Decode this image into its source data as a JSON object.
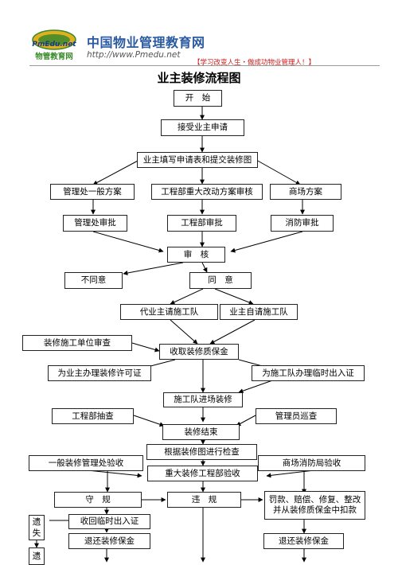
{
  "header": {
    "brand_name": "中国物业管理教育网",
    "brand_url": "http://www.Pmedu.net",
    "logo_text_top": "PmEdu.net",
    "logo_text_bottom": "物管教育网",
    "slogan": "【学习改变人生・做成功物业管理人！】"
  },
  "title": "业主装修流程图",
  "nodes": {
    "start": "开　始",
    "accept": "接受业主申请",
    "fill_form": "业主填写申请表和提交装修图",
    "general_plan": "管理处一般方案",
    "major_change": "工程部重大改动方案审核",
    "mall_plan": "商场方案",
    "mgmt_approve": "管理处审批",
    "eng_approve": "工程部审批",
    "fire_approve": "消防审批",
    "review": "审　核",
    "disagree": "不同意",
    "agree": "同　意",
    "agent_team": "代业主请施工队",
    "self_team": "业主自请施工队",
    "unit_check": "装修施工单位审查",
    "deposit": "收取装修质保金",
    "permit": "为业主办理装修许可证",
    "temp_pass": "为施工队办理临时出入证",
    "team_enter": "施工队进场装修",
    "eng_spot": "工程部抽查",
    "admin_patrol": "管理员巡查",
    "finish": "装修结束",
    "check_drawing": "根据装修图进行检查",
    "major_accept": "重大装修工程部验收",
    "general_accept": "一般装修管理处验收",
    "mall_fire_accept": "商场消防局验收",
    "comply": "守　规",
    "violate": "违　规",
    "penalty": "罚款、赔偿、修复、整改并从装修质保金中扣款",
    "recover_pass": "收回临时出入证",
    "lost_1": "遗失",
    "lost_2": "遗",
    "refund_left": "退还装修保金",
    "refund_right": "退还装修保金"
  },
  "colors": {
    "brand_blue": "#2a5aa0",
    "slogan_red": "#cc1a1a",
    "logo_green": "#3a8a2a",
    "logo_gold": "#e0b020"
  }
}
